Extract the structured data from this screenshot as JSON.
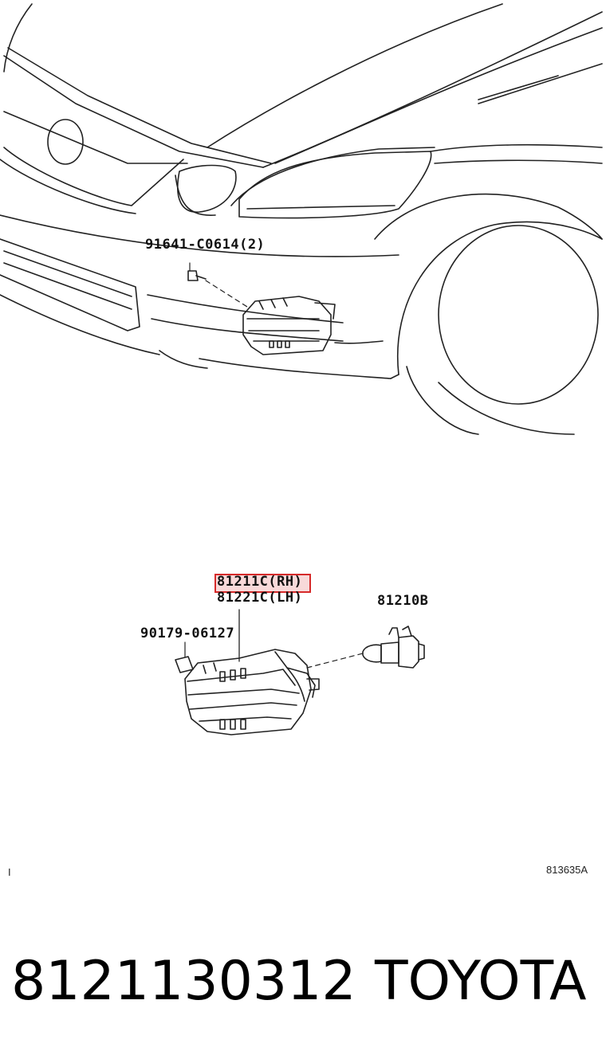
{
  "diagram": {
    "labels": {
      "bolt": "91641-C0614(2)",
      "fog_lamp_rh": "81211C(RH)",
      "fog_lamp_lh": "81221C(LH)",
      "bulb": "81210B",
      "clip": "90179-06127"
    },
    "left_marker": "I",
    "diagram_code": "813635A",
    "highlight_color": "#d62a2a"
  },
  "footer": {
    "part_number": "8121130312",
    "brand": "TOYOTA"
  }
}
